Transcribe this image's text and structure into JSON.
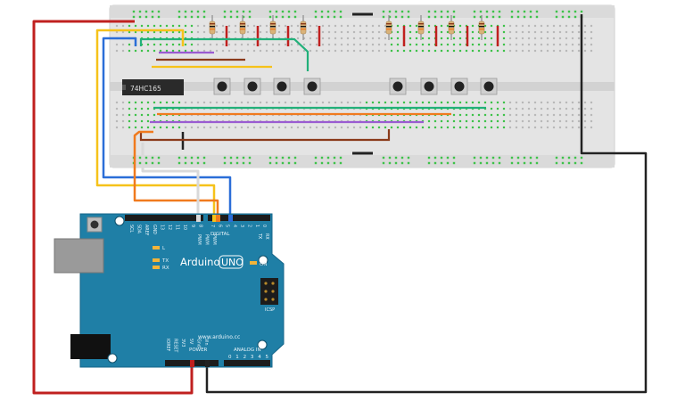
{
  "chip": {
    "label": "74HC165"
  },
  "arduino": {
    "brand": "Arduino",
    "model": "UNO",
    "website": "www.arduino.cc",
    "header_digital": "DIGITAL",
    "header_power": "POWER",
    "header_analog": "ANALOG IN",
    "header_icsp": "ICSP",
    "led_on": "ON",
    "led_tx": "TX",
    "led_rx": "RX",
    "led_l": "L",
    "pins_digital_left": [
      "SCL",
      "SDA",
      "AREF",
      "GND",
      "13",
      "12",
      "11",
      "10",
      "9",
      "8"
    ],
    "pins_digital_right": [
      "7",
      "6",
      "5",
      "4",
      "3",
      "2",
      "1",
      "0"
    ],
    "pins_pwm_labels": [
      "PWM",
      "PWM",
      "PWM"
    ],
    "pins_tx_rx": [
      "TX",
      "RX"
    ],
    "pins_power": [
      "IOREF",
      "RESET",
      "3V3",
      "5V",
      "Gnd",
      "Vin"
    ],
    "pins_analog": [
      "0",
      "1",
      "2",
      "3",
      "4",
      "5"
    ]
  },
  "colors": {
    "breadboard": "#e6e6e6",
    "board": "#1f7fa6",
    "board_dark": "#12546f",
    "wire_red": "#c0201f",
    "wire_black": "#222222",
    "wire_yellow": "#f6c21a",
    "wire_blue": "#2b6ed8",
    "wire_orange": "#f07a1e",
    "wire_green": "#22b07a",
    "wire_purple": "#9a5bd1",
    "wire_brown": "#8a3a1a",
    "wire_grey": "#d9d9d9",
    "hole_green": "#3ec24a"
  }
}
